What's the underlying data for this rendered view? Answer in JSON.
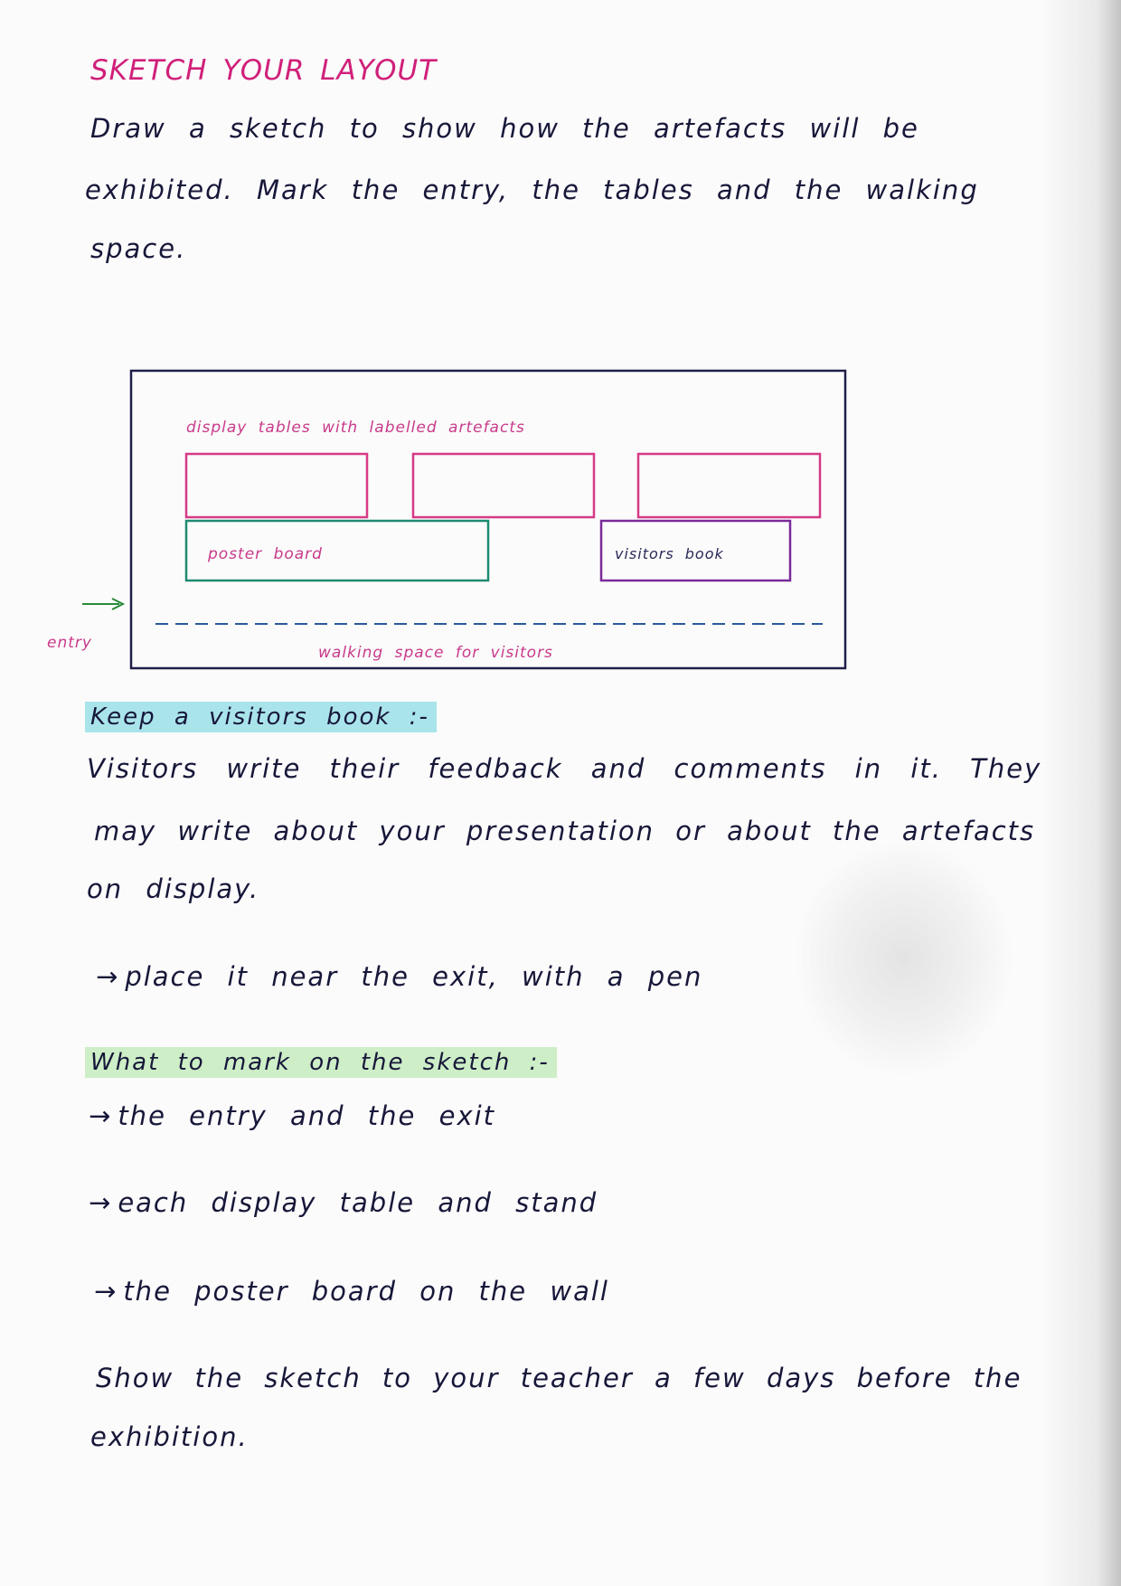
{
  "heading": "SKETCH YOUR LAYOUT",
  "intro": {
    "line1": "Draw a sketch to show how the artefacts will be",
    "line2": "exhibited. Mark the entry, the tables and the walking",
    "line3": "space."
  },
  "sketch": {
    "display_tables_label": "display tables with labelled artefacts",
    "poster_board_label": "poster board",
    "visitors_book_label": "visitors book",
    "walking_space_label": "walking space for visitors",
    "entry_label": "entry",
    "colors": {
      "frame": "#1f1f4a",
      "tables": "#d63a86",
      "poster_board": "#1f8a70",
      "visitors_book": "#7a2a9a",
      "walking_line": "#2a5a9a",
      "entry_arrow": "#2a8a3a",
      "labels": "#c83a8a"
    }
  },
  "visitors_book_section": {
    "heading": "Keep a visitors book :-",
    "line1": "Visitors write their feedback and comments in it. They",
    "line2": "may write about your presentation or about the artefacts",
    "line3": "on display.",
    "bullet": "place it near the exit, with a pen"
  },
  "what_to_mark": {
    "heading": "What to mark on the sketch :-",
    "items": [
      "the entry and the exit",
      "each display table and stand",
      "the poster board on the wall"
    ]
  },
  "closing": {
    "line1": "Show the sketch to your teacher a few days before the",
    "line2": "exhibition."
  },
  "highlight_colors": {
    "visitors_book_heading": "#a9e4ea",
    "what_to_mark_heading": "#cdeec6"
  }
}
